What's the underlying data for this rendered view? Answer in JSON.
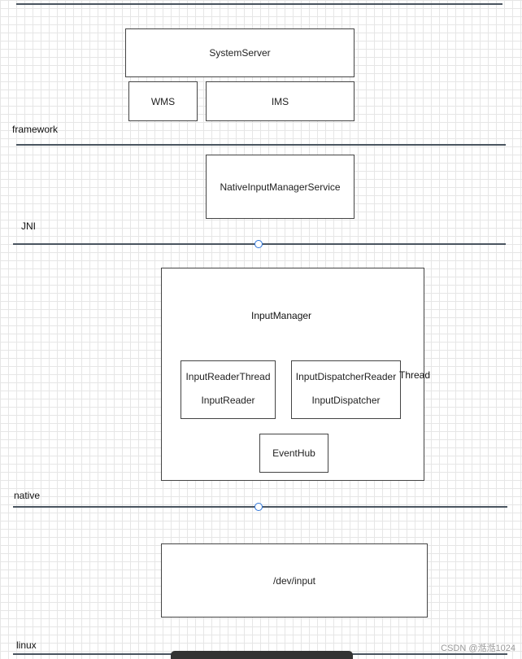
{
  "layers": {
    "framework": "framework",
    "jni": "JNI",
    "native": "native",
    "linux": "linux"
  },
  "boxes": {
    "system_server": "SystemServer",
    "wms": "WMS",
    "ims": "IMS",
    "native_ims": "NativeInputManagerService",
    "input_manager": "InputManager",
    "reader_thread": "InputReaderThread",
    "reader": "InputReader",
    "dispatcher_thread": "InputDispatcherReader",
    "dispatcher_thread_suffix": "Thread",
    "dispatcher": "InputDispatcher",
    "event_hub": "EventHub",
    "dev_input": "/dev/input"
  },
  "watermark": "CSDN @湉湉1024",
  "colors": {
    "line": "#4a5560",
    "box_border": "#444444",
    "connector": "#2a73d9"
  }
}
